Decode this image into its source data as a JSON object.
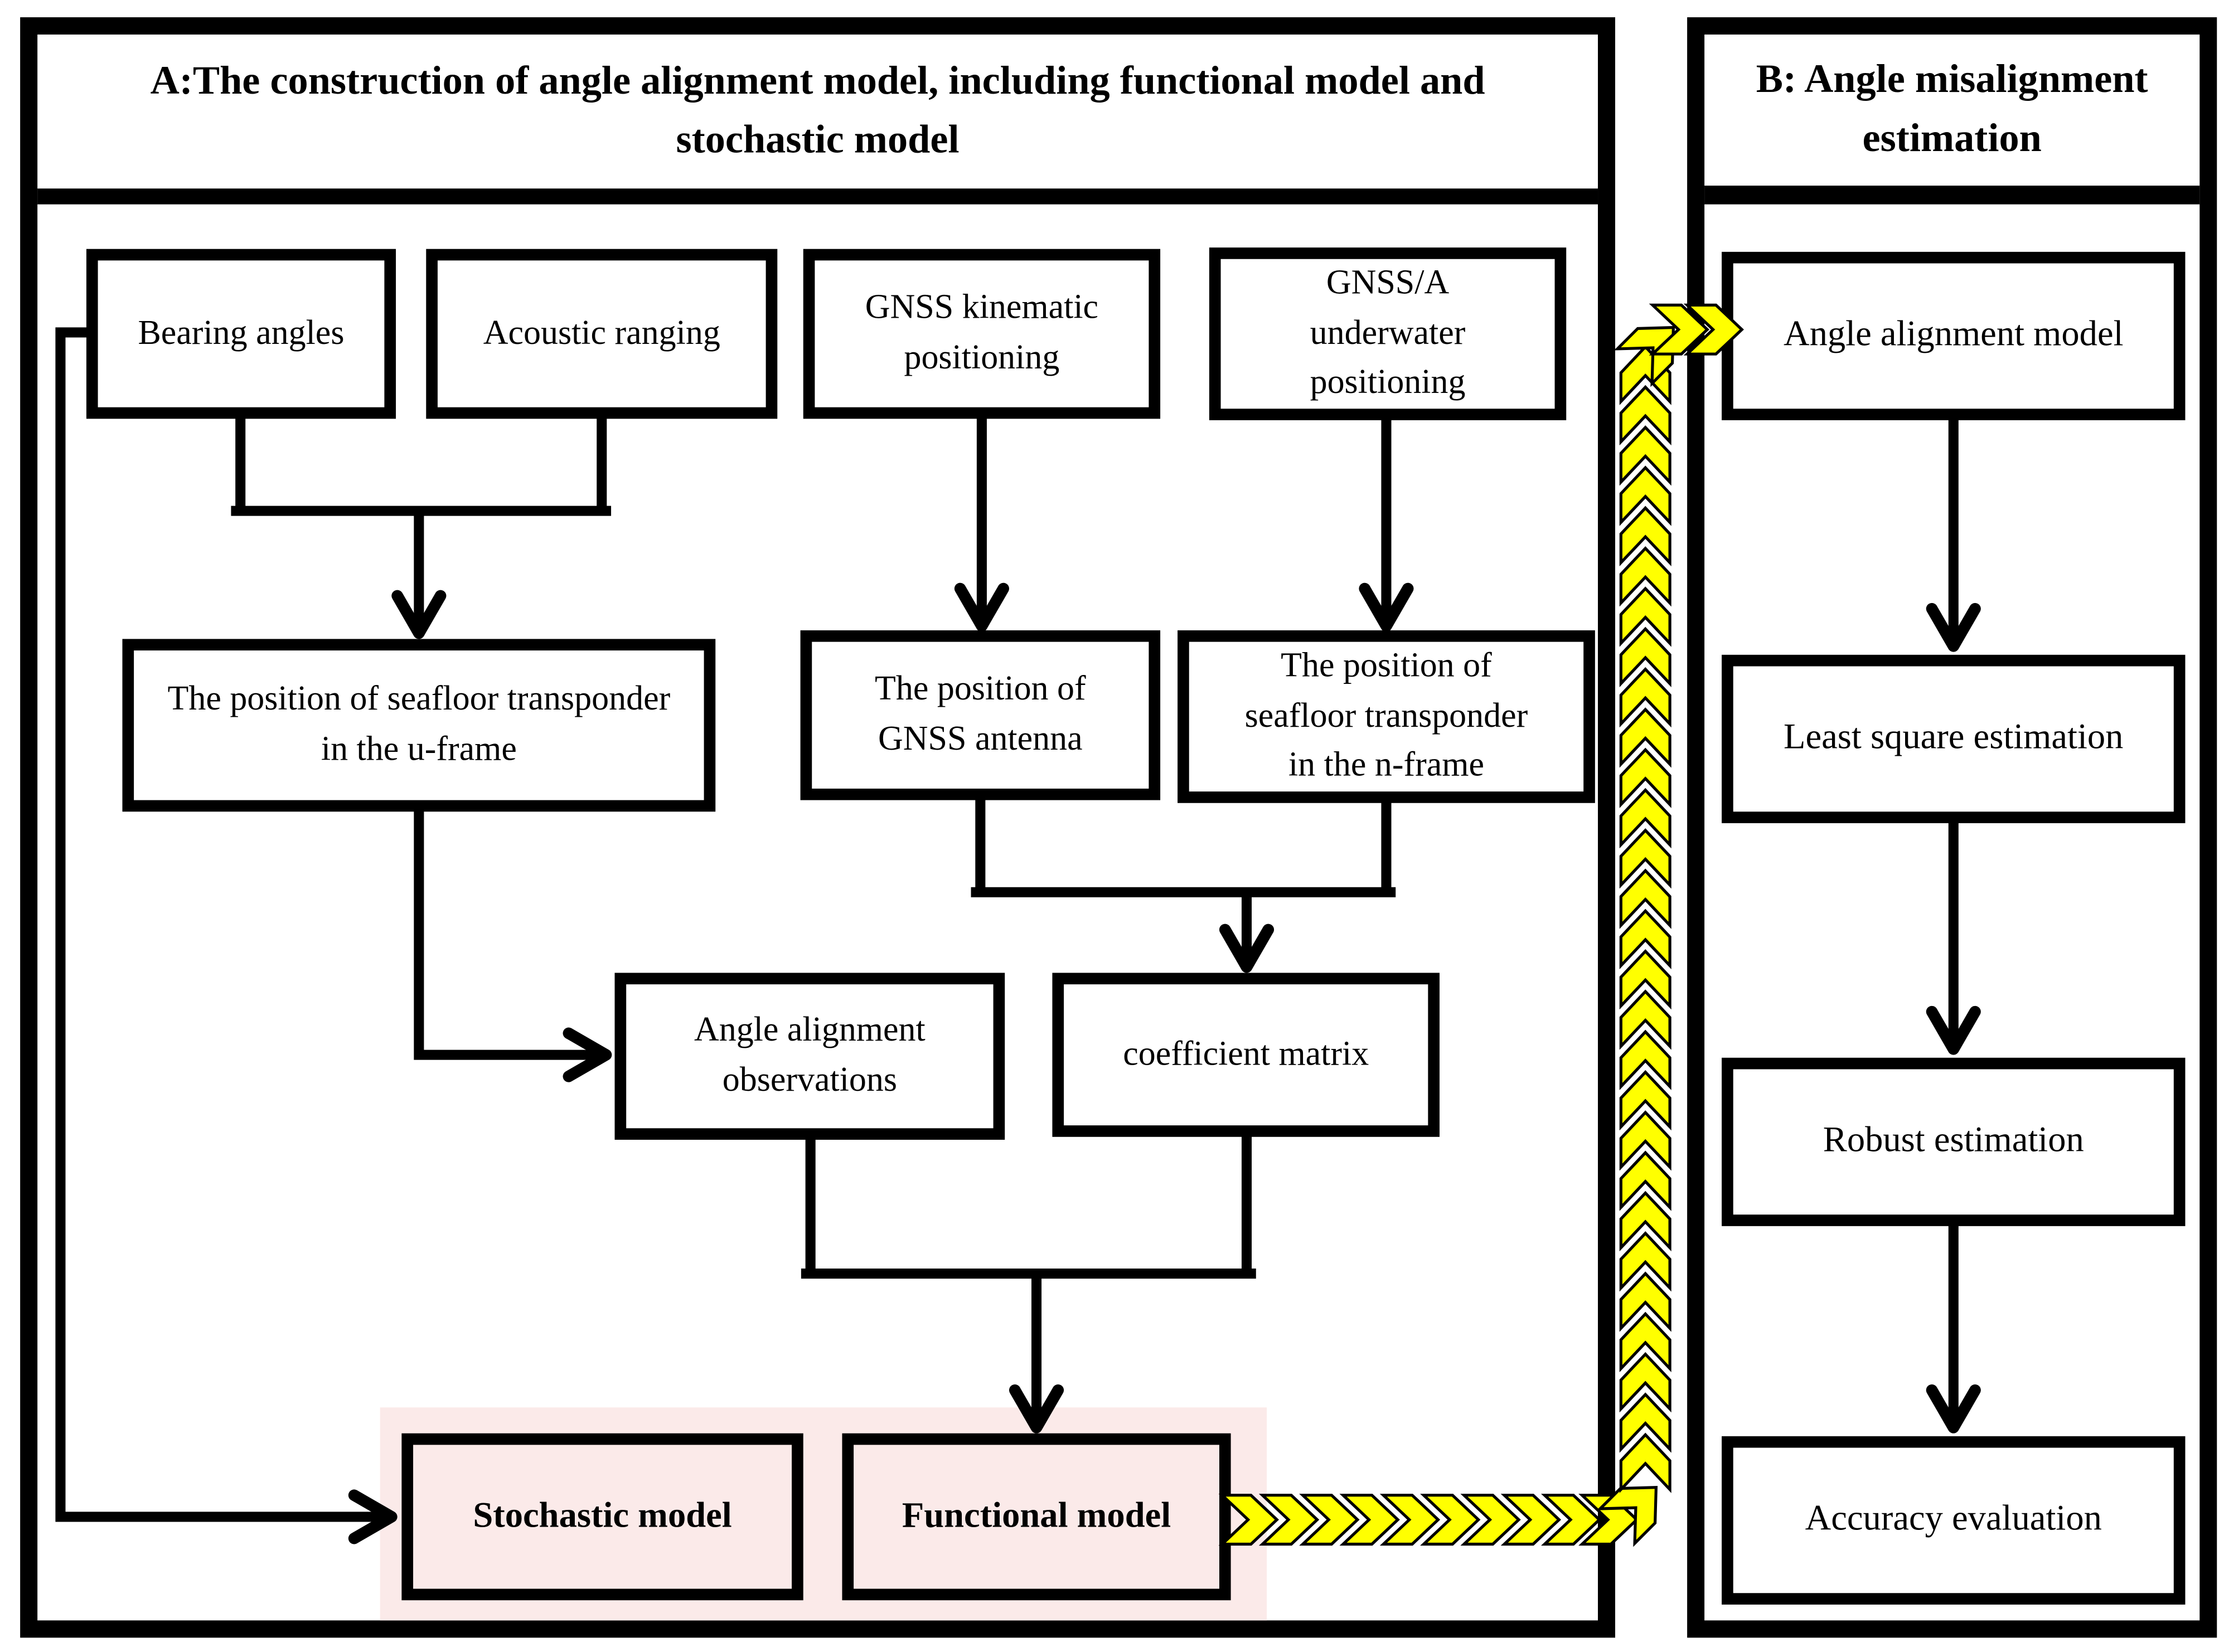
{
  "panel_a": {
    "title": "A:The construction of angle alignment model, including functional model and stochastic model",
    "boxes": {
      "bearing_angles": {
        "label": "Bearing angles"
      },
      "acoustic_ranging": {
        "label": "Acoustic ranging"
      },
      "gnss_kinematic": {
        "label": "GNSS kinematic positioning"
      },
      "gnssa_underwater": {
        "label": "GNSS/A underwater positioning"
      },
      "u_frame": {
        "label": "The position of seafloor transponder in the u-frame"
      },
      "gnss_antenna": {
        "label": "The position of GNSS antenna"
      },
      "n_frame": {
        "label": "The position of seafloor transponder in the n-frame"
      },
      "angle_observations": {
        "label": "Angle alignment observations"
      },
      "coefficient_matrix": {
        "label": "coefficient matrix"
      },
      "stochastic_model": {
        "label": "Stochastic model"
      },
      "functional_model": {
        "label": "Functional model"
      }
    }
  },
  "panel_b": {
    "title": "B: Angle misalignment estimation",
    "boxes": {
      "angle_alignment_model": {
        "label": "Angle alignment model"
      },
      "least_square_estimation": {
        "label": "Least square estimation"
      },
      "robust_estimation": {
        "label": "Robust estimation"
      },
      "accuracy_evaluation": {
        "label": "Accuracy evaluation"
      }
    }
  },
  "colors": {
    "line_black": "#000000",
    "chevron_yellow": "#FFFF00",
    "highlight_pink": "#FBEAE9",
    "background": "#FFFFFF"
  }
}
